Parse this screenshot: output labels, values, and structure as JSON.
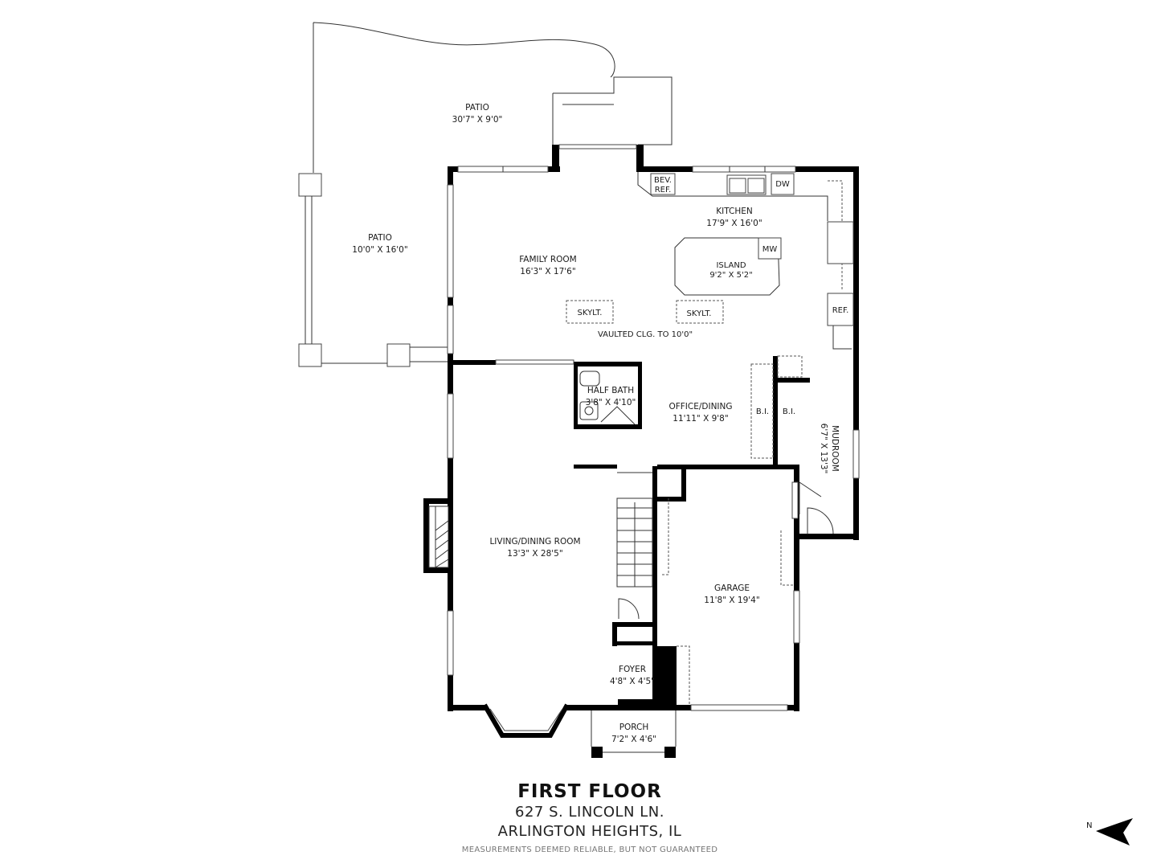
{
  "rooms": {
    "patio_top": {
      "name": "PATIO",
      "dims": "30'7\" X 9'0\""
    },
    "patio_side": {
      "name": "PATIO",
      "dims": "10'0\" X 16'0\""
    },
    "family_room": {
      "name": "FAMILY ROOM",
      "dims": "16'3\" X 17'6\""
    },
    "kitchen": {
      "name": "KITCHEN",
      "dims": "17'9\" X 16'0\""
    },
    "island": {
      "name": "ISLAND",
      "dims": "9'2\" X 5'2\""
    },
    "half_bath": {
      "name": "HALF BATH",
      "dims": "3'8\" X 4'10\""
    },
    "office_dining": {
      "name": "OFFICE/DINING",
      "dims": "11'11\" X 9'8\""
    },
    "mudroom": {
      "name": "MUDROOM",
      "dims": "6'7\" X 13'3\""
    },
    "living_dining": {
      "name": "LIVING/DINING ROOM",
      "dims": "13'3\" X 28'5\""
    },
    "garage": {
      "name": "GARAGE",
      "dims": "11'8\" X 19'4\""
    },
    "foyer": {
      "name": "FOYER",
      "dims": "4'8\" X 4'5\""
    },
    "porch": {
      "name": "PORCH",
      "dims": "7'2\" X 4'6\""
    }
  },
  "fixtures": {
    "bev_ref_1": "BEV.",
    "bev_ref_2": "REF.",
    "dw": "DW",
    "mw": "MW",
    "ref": "REF.",
    "skylight_1": "SKYLT.",
    "skylight_2": "SKYLT.",
    "vaulted": "VAULTED CLG. TO 10'0\"",
    "bi_1": "B.I.",
    "bi_2": "B.I."
  },
  "footer": {
    "title": "FIRST FLOOR",
    "address_line1": "627 S. LINCOLN LN.",
    "address_line2": "ARLINGTON HEIGHTS, IL",
    "disclaimer": "MEASUREMENTS DEEMED RELIABLE, BUT NOT GUARANTEED"
  },
  "compass": {
    "label": "N",
    "icon": "north-arrow-icon"
  }
}
